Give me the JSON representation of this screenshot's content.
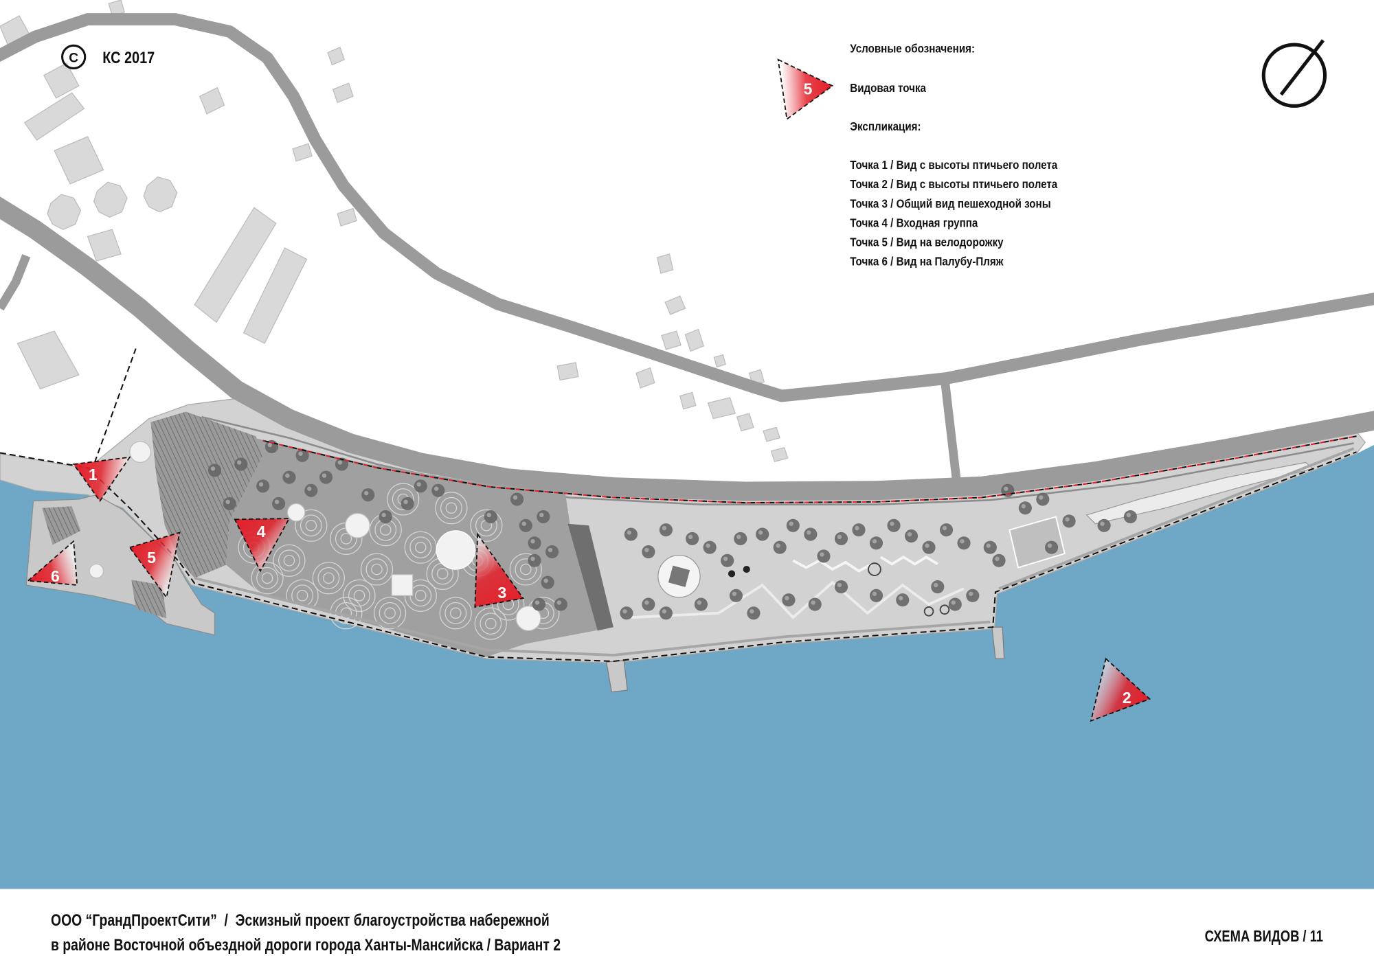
{
  "colors": {
    "water": "#6fa7c6",
    "viewpoint_red": "#e3202a",
    "road": "#9b9b9b",
    "embankment": "#d2d2d2",
    "plaza": "#a0a0a0",
    "tree": "#666666"
  },
  "icons": {
    "north_arrow": "north-arrow-icon",
    "copyright": "copyright-icon",
    "viewpoint": "viewpoint-triangle-icon"
  },
  "copyright": {
    "mark": "С",
    "text": "КС 2017"
  },
  "legend": {
    "title": "Условные обозначения:",
    "viewpoint_label": "Видовая точка",
    "viewpoint_sample_number": "5",
    "explication_title": "Экспликация:",
    "items": [
      "Точка 1 / Вид с высоты птичьего полета",
      "Точка 2 / Вид с высоты птичьего полета",
      "Точка 3 / Общий вид пешеходной зоны",
      "Точка 4 / Входная группа",
      "Точка 5 / Вид на велодорожку",
      "Точка 6 / Вид на Палубу-Пляж"
    ]
  },
  "viewpoints": [
    {
      "number": "1"
    },
    {
      "number": "2"
    },
    {
      "number": "3"
    },
    {
      "number": "4"
    },
    {
      "number": "5"
    },
    {
      "number": "6"
    }
  ],
  "footer": {
    "line1": "ООО “ГрандПроектСити”  /  Эскизный проект благоустройства набережной",
    "line2": "в районе Восточной объездной дороги города Ханты-Мансийска / Вариант 2",
    "sheet": "СХЕМА ВИДОВ / 11"
  }
}
